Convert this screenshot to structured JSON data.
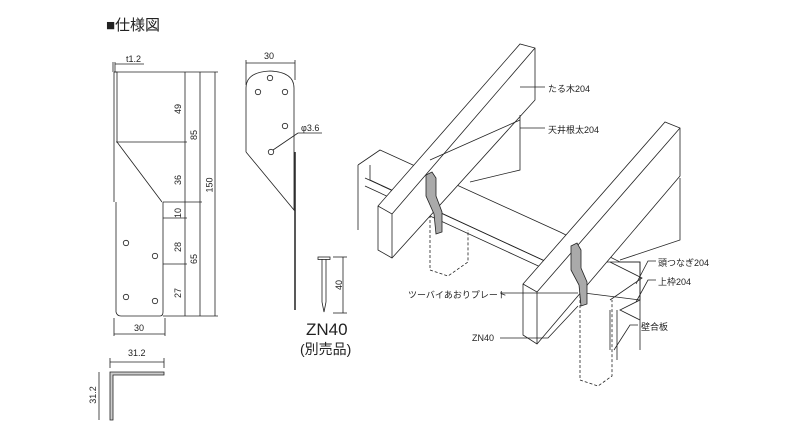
{
  "title": "■仕様図",
  "plate_front": {
    "thickness": "t1.2",
    "dims": [
      "49",
      "85",
      "36",
      "150",
      "10",
      "28",
      "65",
      "27"
    ],
    "width": "30"
  },
  "plate_side": {
    "width": "30",
    "hole": "φ3.6"
  },
  "nail": {
    "length": "40",
    "name": "ZN40",
    "note": "(別売品)"
  },
  "angle": {
    "width": "31.2",
    "height": "31.2"
  },
  "labels": {
    "rafter": "たる木204",
    "joist": "天井根太204",
    "top_plate_double": "頭つなぎ204",
    "top_plate": "上枠204",
    "plate": "ツーバイあおりプレート",
    "nail": "ZN40",
    "sheathing": "壁合板"
  }
}
